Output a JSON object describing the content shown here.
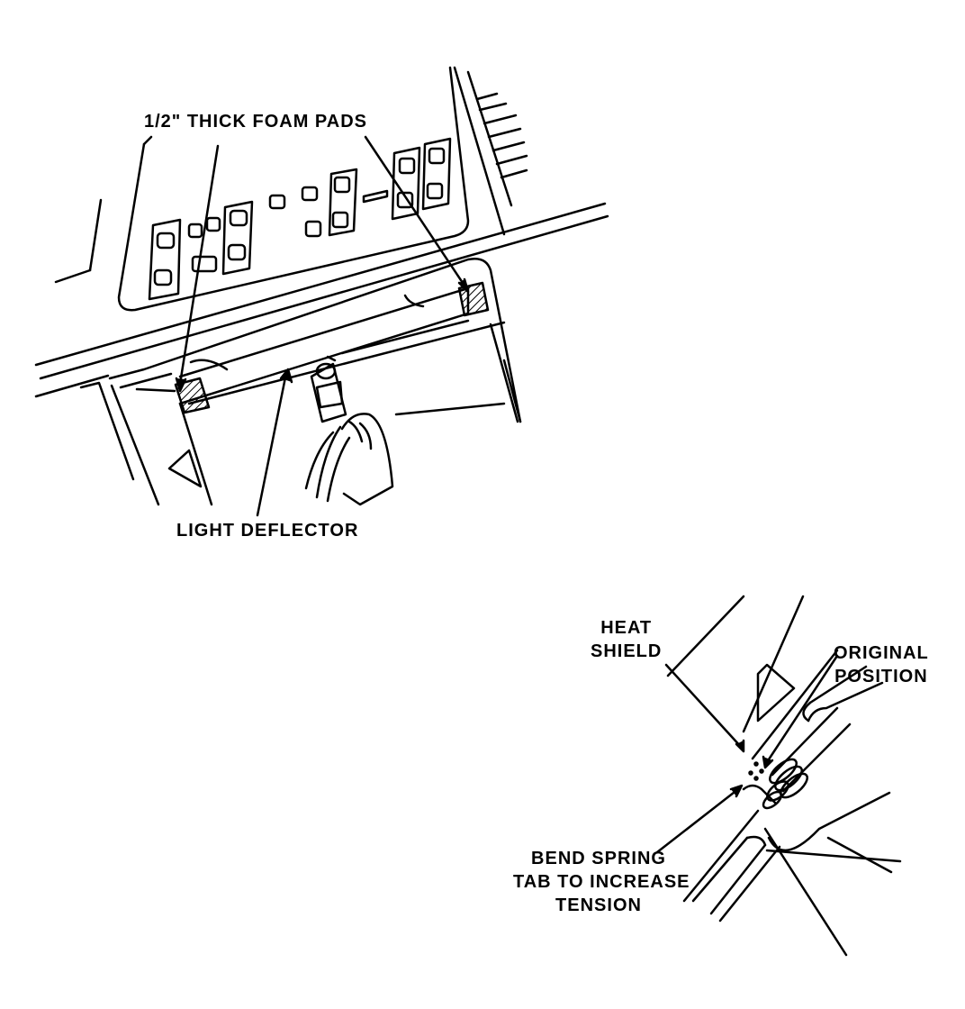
{
  "labels": {
    "foam_pads": "1/2\" THICK FOAM PADS",
    "light_deflector": "LIGHT DEFLECTOR",
    "heat_shield": [
      "HEAT",
      "SHIELD"
    ],
    "original_position": [
      "ORIGINAL",
      "POSITION"
    ],
    "bend_spring": [
      "BEND SPRING",
      "TAB TO INCREASE",
      "TENSION"
    ]
  },
  "colors": {
    "ink": "#000000",
    "paper": "#ffffff"
  }
}
